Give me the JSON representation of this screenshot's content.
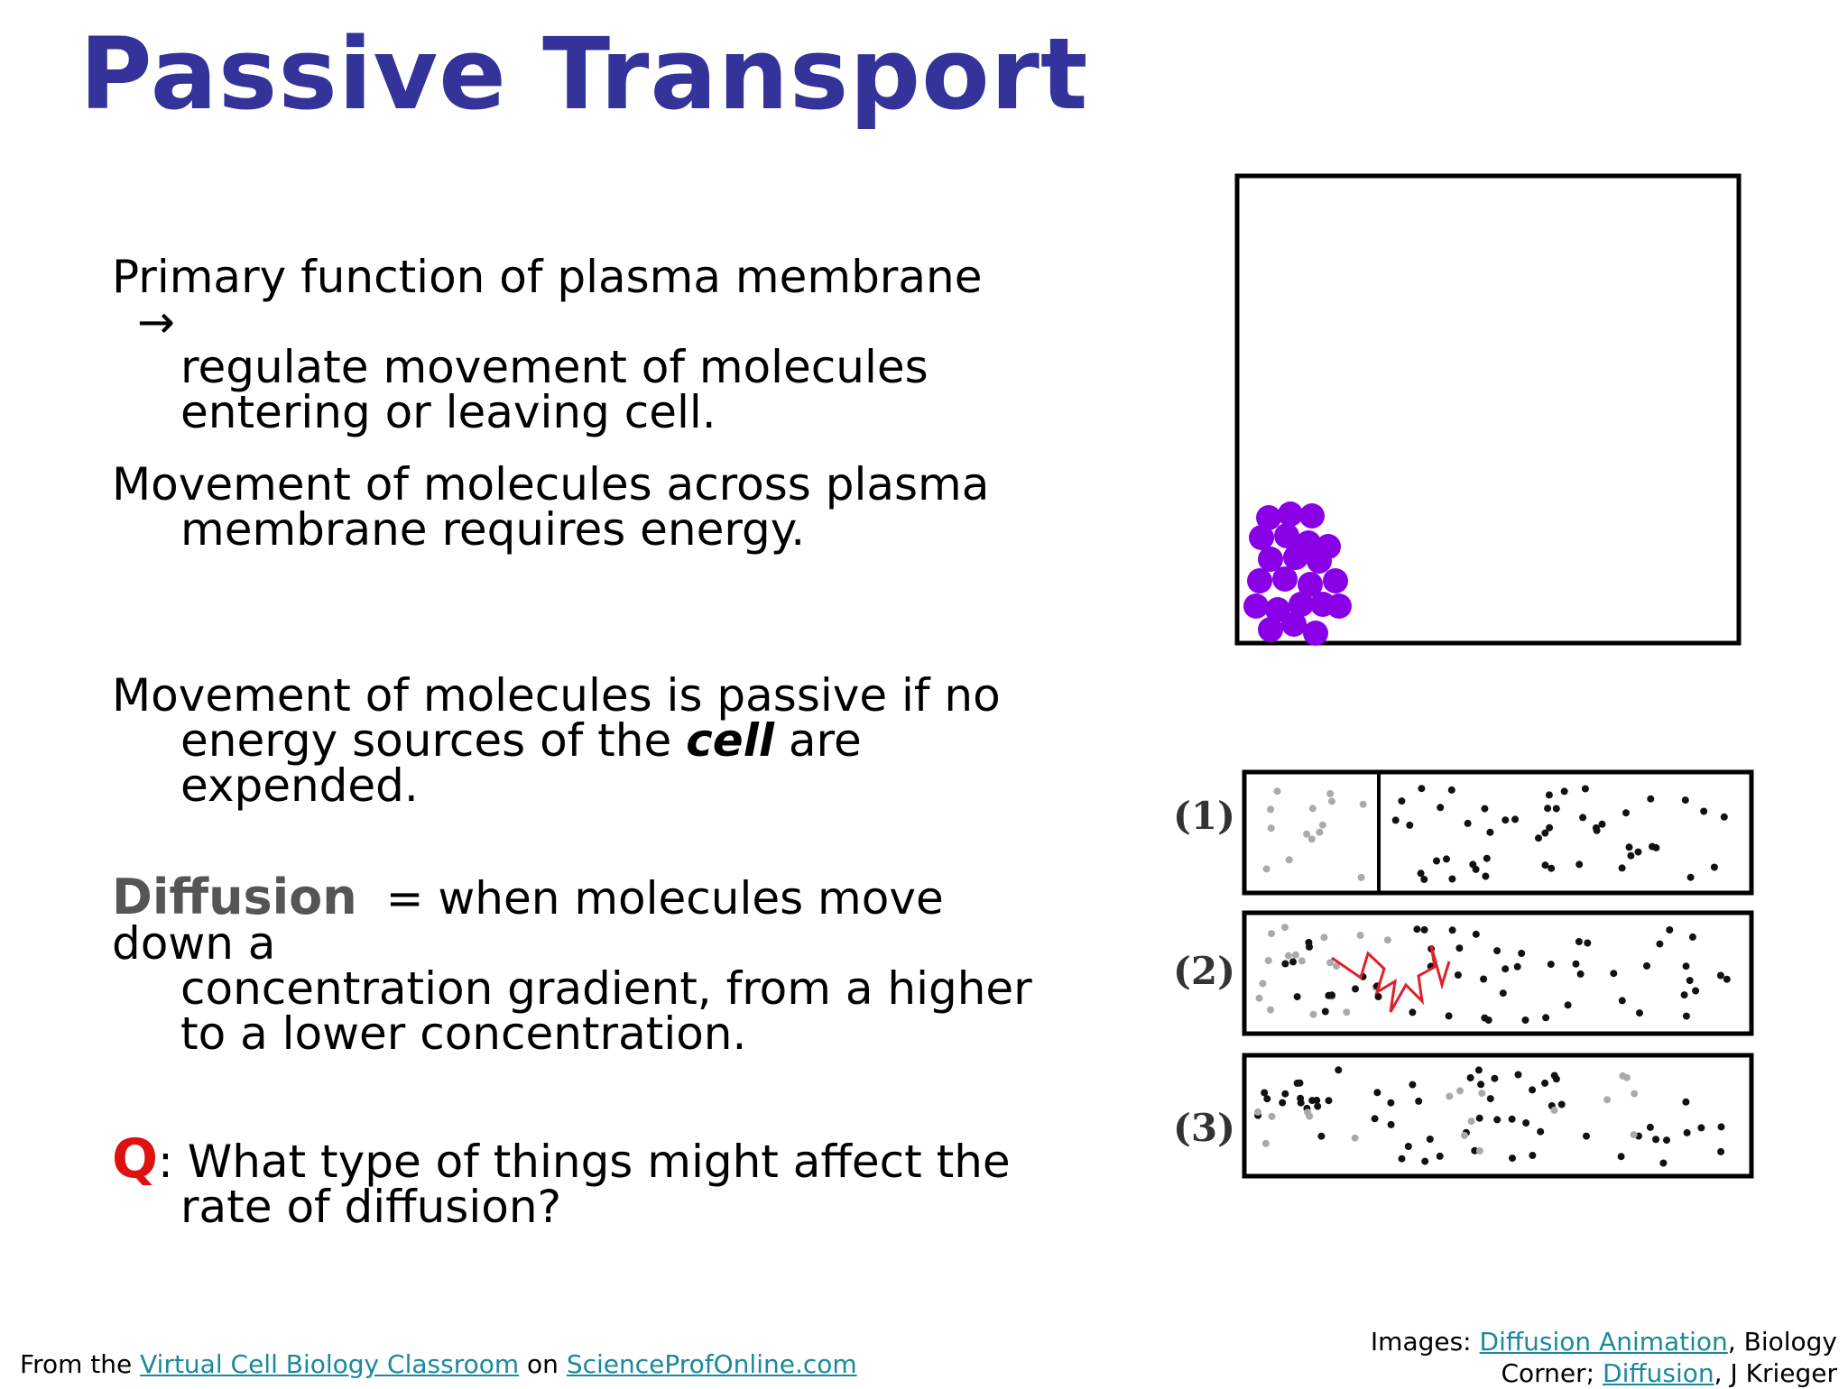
{
  "title": "Passive Transport",
  "p1": {
    "line1": "Primary function of plasma membrane",
    "arrow": "→",
    "line2": "regulate movement of molecules",
    "line3": "entering or leaving cell."
  },
  "p2": {
    "line1": "Movement of molecules across plasma",
    "line2": "membrane requires energy."
  },
  "p3": {
    "line1": "Movement of molecules is passive if no",
    "line2a": "energy sources of the ",
    "line2b": "cell",
    "line2c": " are",
    "line3": "expended."
  },
  "p4": {
    "term": "Diffusion",
    "line1": " = when molecules move down a",
    "line2": "concentration gradient, from a higher",
    "line3": "to a lower concentration."
  },
  "p5": {
    "q": "Q",
    "line1": ": What type of things might affect the",
    "line2": "rate of diffusion?"
  },
  "footer_left": {
    "pre": "From the ",
    "link1": "Virtual Cell Biology Classroom",
    "mid": " on ",
    "link2": "ScienceProfOnline.com"
  },
  "footer_right": {
    "pre": "Images: ",
    "link1": "Diffusion Animation",
    "mid1": ", Biology",
    "mid2": "Corner; ",
    "link2": "Diffusion",
    "post": ", J Krieger"
  },
  "diagram_labels": [
    "(1)",
    "(2)",
    "(3)"
  ],
  "colors": {
    "title": "#33339a",
    "molecule": "#8a00e6",
    "q": "#e01010",
    "path": "#e0202a",
    "link": "#1a8a9a"
  }
}
